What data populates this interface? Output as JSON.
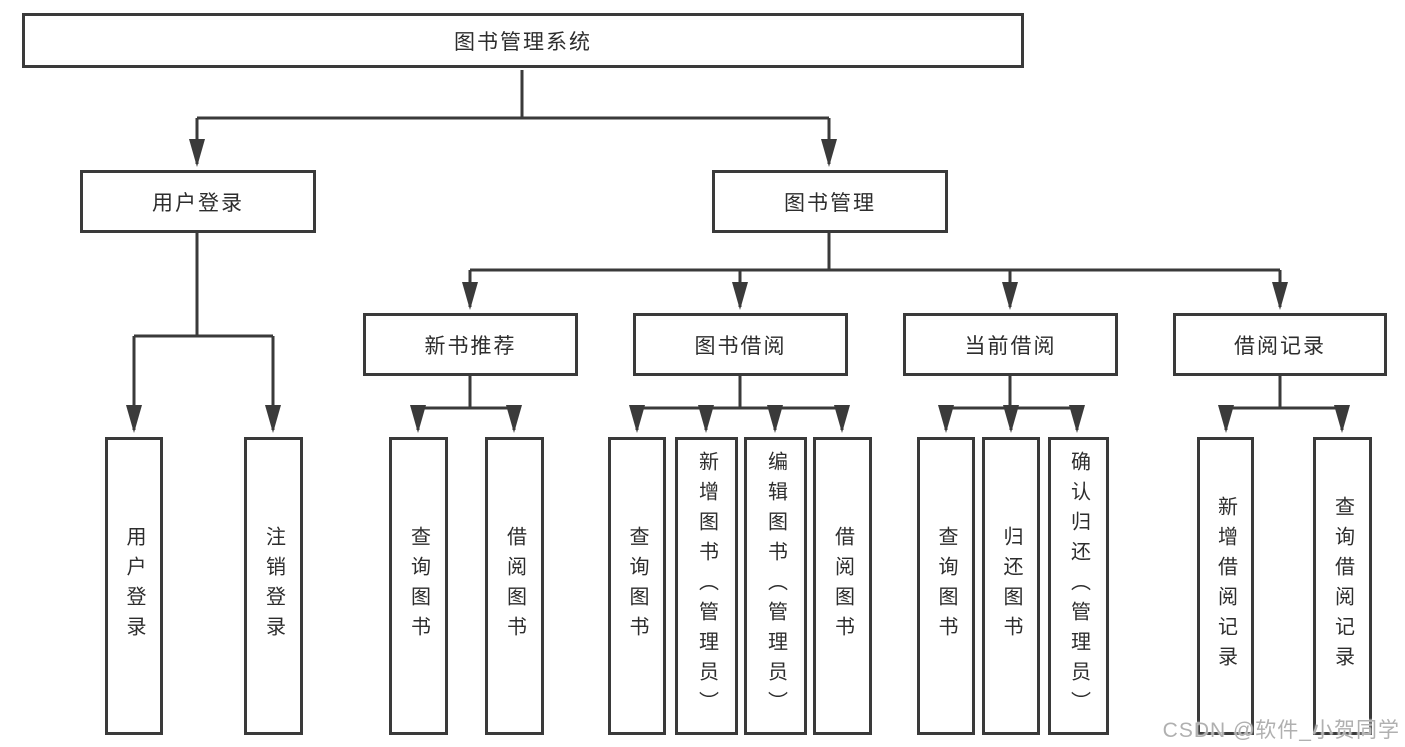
{
  "diagram": {
    "type": "tree",
    "root": {
      "label": "图书管理系统"
    },
    "level2": {
      "user_login": {
        "label": "用户登录"
      },
      "book_mgmt": {
        "label": "图书管理"
      }
    },
    "level3": {
      "new_book_rec": {
        "label": "新书推荐"
      },
      "book_borrow": {
        "label": "图书借阅"
      },
      "current_borrow": {
        "label": "当前借阅"
      },
      "borrow_record": {
        "label": "借阅记录"
      }
    },
    "leaves": {
      "user_login_child_1": {
        "label": "用户登录"
      },
      "user_login_child_2": {
        "label": "注销登录"
      },
      "new_book_rec_child_1": {
        "label": "查询图书"
      },
      "new_book_rec_child_2": {
        "label": "借阅图书"
      },
      "book_borrow_child_1": {
        "label": "查询图书"
      },
      "book_borrow_child_2": {
        "label": "新增图书（管理员）"
      },
      "book_borrow_child_3": {
        "label": "编辑图书（管理员）"
      },
      "book_borrow_child_4": {
        "label": "借阅图书"
      },
      "current_borrow_child_1": {
        "label": "查询图书"
      },
      "current_borrow_child_2": {
        "label": "归还图书"
      },
      "current_borrow_child_3": {
        "label": "确认归还（管理员）"
      },
      "borrow_record_child_1": {
        "label": "新增借阅记录"
      },
      "borrow_record_child_2": {
        "label": "查询借阅记录"
      }
    },
    "edges": [
      {
        "from": "图书管理系统",
        "to": "用户登录"
      },
      {
        "from": "图书管理系统",
        "to": "图书管理"
      },
      {
        "from": "用户登录",
        "to": "用户登录"
      },
      {
        "from": "用户登录",
        "to": "注销登录"
      },
      {
        "from": "图书管理",
        "to": "新书推荐"
      },
      {
        "from": "图书管理",
        "to": "图书借阅"
      },
      {
        "from": "图书管理",
        "to": "当前借阅"
      },
      {
        "from": "图书管理",
        "to": "借阅记录"
      },
      {
        "from": "新书推荐",
        "to": "查询图书"
      },
      {
        "from": "新书推荐",
        "to": "借阅图书"
      },
      {
        "from": "图书借阅",
        "to": "查询图书"
      },
      {
        "from": "图书借阅",
        "to": "新增图书（管理员）"
      },
      {
        "from": "图书借阅",
        "to": "编辑图书（管理员）"
      },
      {
        "from": "图书借阅",
        "to": "借阅图书"
      },
      {
        "from": "当前借阅",
        "to": "查询图书"
      },
      {
        "from": "当前借阅",
        "to": "归还图书"
      },
      {
        "from": "当前借阅",
        "to": "确认归还（管理员）"
      },
      {
        "from": "借阅记录",
        "to": "新增借阅记录"
      },
      {
        "from": "借阅记录",
        "to": "查询借阅记录"
      }
    ],
    "colors": {
      "line": "#3a3a3a",
      "text": "#2d2d2d",
      "box_fill": "#ffffff",
      "background": "#ffffff",
      "watermark": "#b0b0b0"
    }
  },
  "watermark": {
    "text": "CSDN @软件_小贺同学"
  }
}
